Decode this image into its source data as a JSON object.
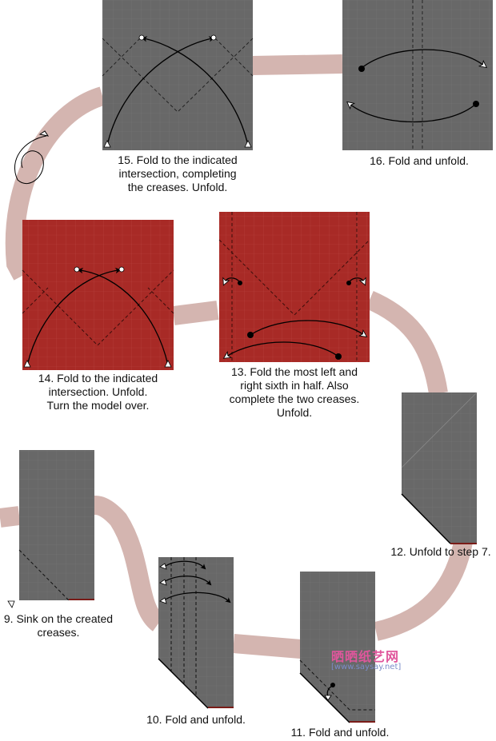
{
  "steps": [
    {
      "number": "15",
      "caption": "15. Fold to the indicated\nintersection, completing\nthe creases. Unfold.",
      "paper_color": "#686868"
    },
    {
      "number": "16",
      "caption": "16. Fold and unfold.",
      "paper_color": "#686868"
    },
    {
      "number": "14",
      "caption": "14. Fold to the indicated\nintersection. Unfold.\nTurn the model over.",
      "paper_color": "#a82a26"
    },
    {
      "number": "13",
      "caption": "13. Fold the most left and\nright sixth in half. Also\ncomplete the two creases.\nUnfold.",
      "paper_color": "#a82a26"
    },
    {
      "number": "12",
      "caption": "12. Unfold to step 7.",
      "paper_color": "#686868"
    },
    {
      "number": "9",
      "caption": "9. Sink on the created\ncreases.",
      "paper_color": "#686868"
    },
    {
      "number": "10",
      "caption": "10. Fold and unfold.",
      "paper_color": "#686868"
    },
    {
      "number": "11",
      "caption": "11. Fold and unfold.",
      "paper_color": "#686868"
    }
  ],
  "watermark": {
    "logo_text": "晒晒纸艺网",
    "url": "[www.saysay.net]"
  },
  "colors": {
    "path": "#d4b5b0",
    "gray_paper": "#686868",
    "red_paper": "#a82a26",
    "edge": "#7a1c18"
  }
}
